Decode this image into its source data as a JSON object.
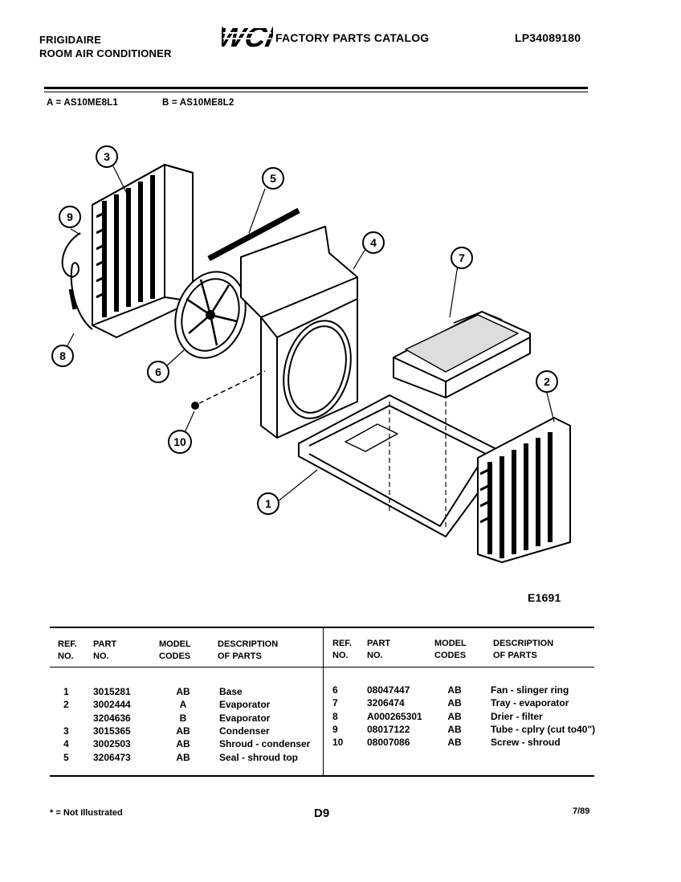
{
  "header": {
    "brand": "FRIGIDAIRE",
    "product": "ROOM AIR CONDITIONER",
    "logo": "WCI",
    "catalog_title": "FACTORY PARTS CATALOG",
    "catalog_number": "LP34089180"
  },
  "models": {
    "a": "A = AS10ME8L1",
    "b": "B = AS10ME8L2"
  },
  "diagram": {
    "figure_id": "E1691",
    "callouts": [
      "1",
      "2",
      "3",
      "4",
      "5",
      "6",
      "7",
      "8",
      "9",
      "10"
    ]
  },
  "table": {
    "headers": {
      "ref": "REF.",
      "ref2": "NO.",
      "part": "PART",
      "part2": "NO.",
      "model": "MODEL",
      "model2": "CODES",
      "desc": "DESCRIPTION",
      "desc2": "OF PARTS"
    },
    "left_rows": [
      {
        "ref": "1",
        "part": "3015281",
        "code": "AB",
        "desc": "Base"
      },
      {
        "ref": "2",
        "part": "3002444",
        "code": "A",
        "desc": "Evaporator"
      },
      {
        "ref": "",
        "part": "3204636",
        "code": "B",
        "desc": "Evaporator"
      },
      {
        "ref": "3",
        "part": "3015365",
        "code": "AB",
        "desc": "Condenser"
      },
      {
        "ref": "4",
        "part": "3002503",
        "code": "AB",
        "desc": "Shroud - condenser"
      },
      {
        "ref": "5",
        "part": "3206473",
        "code": "AB",
        "desc": "Seal - shroud top"
      }
    ],
    "right_rows": [
      {
        "ref": "6",
        "part": "08047447",
        "code": "AB",
        "desc": "Fan - slinger ring"
      },
      {
        "ref": "7",
        "part": "3206474",
        "code": "AB",
        "desc": "Tray - evaporator"
      },
      {
        "ref": "8",
        "part": "A000265301",
        "code": "AB",
        "desc": "Drier - filter"
      },
      {
        "ref": "9",
        "part": "08017122",
        "code": "AB",
        "desc": "Tube - cplry (cut to40\")"
      },
      {
        "ref": "10",
        "part": "08007086",
        "code": "AB",
        "desc": "Screw - shroud"
      }
    ]
  },
  "footer": {
    "note": "* = Not Illustrated",
    "page": "D9",
    "date": "7/89"
  }
}
